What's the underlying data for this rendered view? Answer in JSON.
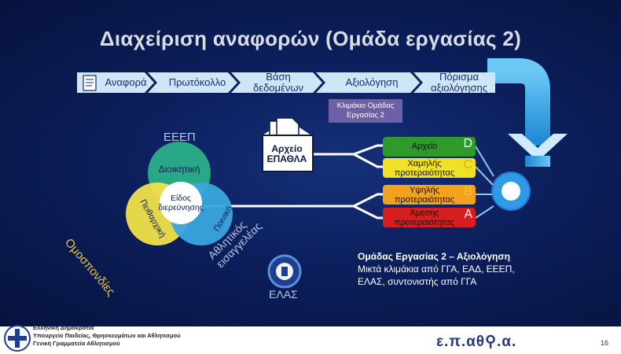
{
  "title": "Διαχείριση αναφορών (Ομάδα εργασίας 2)",
  "flow": {
    "steps": [
      "Αναφορά",
      "Πρωτόκολλο",
      "Βάση δεδομένων",
      "Αξιολόγηση",
      "Πόρισμα αξιολόγησης"
    ],
    "step_lines": [
      [
        "Αναφορά"
      ],
      [
        "Πρωτόκολλο"
      ],
      [
        "Βάση",
        "δεδομένων"
      ],
      [
        "Αξιολόγηση"
      ],
      [
        "Πόρισμα",
        "αξιολόγησης"
      ]
    ],
    "scale_label": "Κλιμάκιο Ομάδας Εργασίας 2"
  },
  "archive": {
    "label_line1": "Αρχείο",
    "label_line2": "ΕΠΑΘΛΑ"
  },
  "priorities": [
    {
      "label": "Αρχείο",
      "letter": "D",
      "color": "#2f9a2a"
    },
    {
      "label": "Χαμηλής προτεραιότητας",
      "letter": "C",
      "color": "#efe028"
    },
    {
      "label": "Υψηλής προτεραιότητας",
      "letter": "B",
      "color": "#f2a21c"
    },
    {
      "label": "Άμεσης προτεραιότητας",
      "letter": "A",
      "color": "#d61e1e"
    }
  ],
  "venn": {
    "top": "Διοικητική",
    "left": "Πειθαρχική",
    "right": "Ποινική",
    "center": "Είδος διερεύνησης",
    "label_eeep": "ΕΕΕΠ",
    "label_federations": "Ομοσπονδίες",
    "label_reports": "Αθλητικός εισαγγελέας",
    "label_elas": "ΕΛΑΣ"
  },
  "note": {
    "heading": "Ομάδας Εργασίας 2 – Αξιολόγηση",
    "line1": "Μικτά κλιμάκια από ΓΓΑ, ΕΑΔ, ΕΕΕΠ,",
    "line2": "ΕΛΑΣ, συντονιστής από ΓΓΑ"
  },
  "footer": {
    "line1": "Ελληνική Δημοκρατία",
    "line2": "Υπουργείο Παιδείας, Θρησκευμάτων και Αθλητισμού",
    "line3": "Γενική Γραμματεία Αθλητισμού",
    "logo": "ε.π.αθ⚲.α.",
    "page": "16"
  },
  "colors": {
    "arrow": "#2aa2e8",
    "chevron": "#cfe6f7",
    "venn_top": "#2bb08a",
    "venn_left": "#f1e24a",
    "venn_right": "#3aa6dd"
  }
}
